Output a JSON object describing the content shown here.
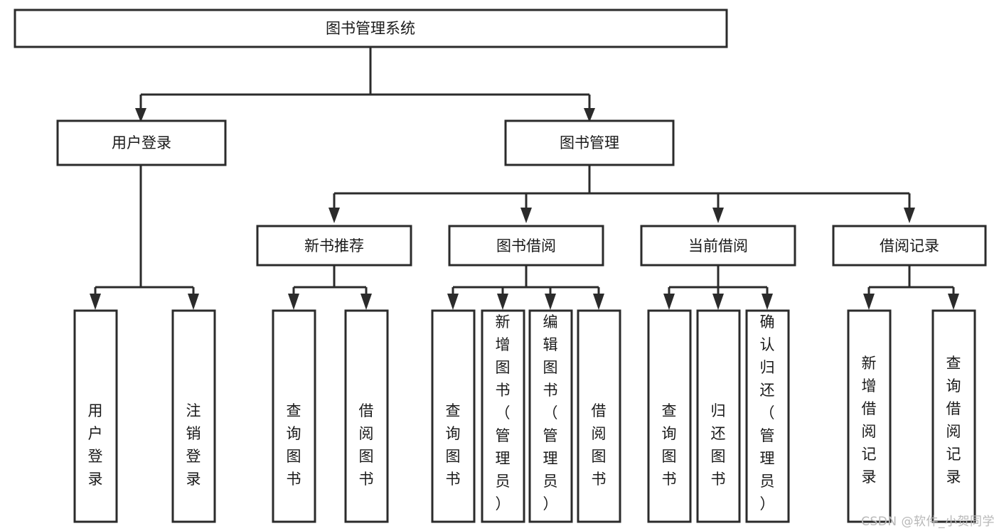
{
  "diagram": {
    "title": "图书管理系统",
    "watermark": "CSDN @软件_小贺同学",
    "colors": {
      "stroke": "#2b2b2b",
      "fill": "#ffffff",
      "text": "#1a1a1a",
      "watermark": "#b8b8b8",
      "background": "#ffffff"
    },
    "root": {
      "label": "图书管理系统"
    },
    "level2": [
      {
        "label": "用户登录"
      },
      {
        "label": "图书管理"
      }
    ],
    "level3": [
      {
        "label": "新书推荐"
      },
      {
        "label": "图书借阅"
      },
      {
        "label": "当前借阅"
      },
      {
        "label": "借阅记录"
      }
    ],
    "leaves_user_login": [
      {
        "label": "用户登录"
      },
      {
        "label": "注销登录"
      }
    ],
    "leaves_new_book": [
      {
        "label": "查询图书"
      },
      {
        "label": "借阅图书"
      }
    ],
    "leaves_borrow": [
      {
        "label": "查询图书"
      },
      {
        "label": "新增图书（管理员）"
      },
      {
        "label": "编辑图书（管理员）"
      },
      {
        "label": "借阅图书"
      }
    ],
    "leaves_current": [
      {
        "label": "查询图书"
      },
      {
        "label": "归还图书"
      },
      {
        "label": "确认归还（管理员）"
      }
    ],
    "leaves_records": [
      {
        "label": "新增借阅记录"
      },
      {
        "label": "查询借阅记录"
      }
    ]
  }
}
